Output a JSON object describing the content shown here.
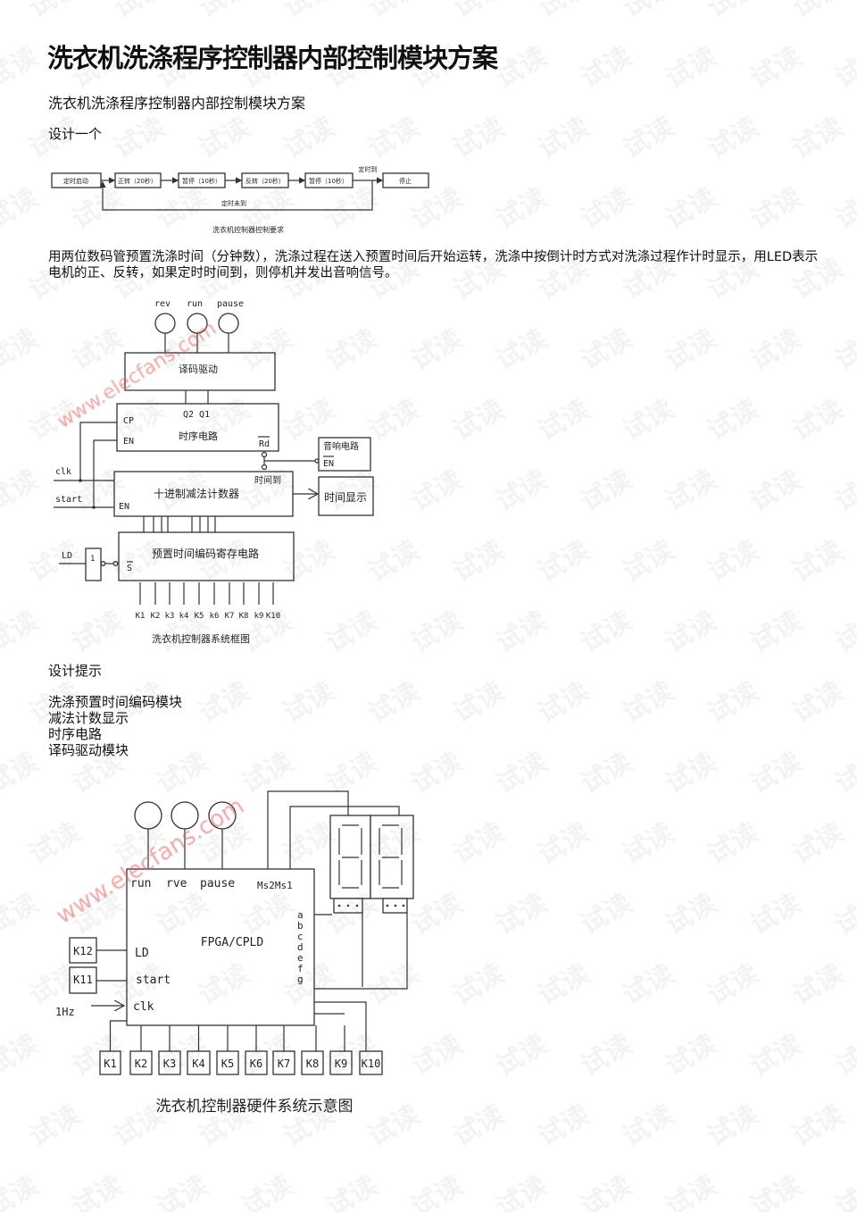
{
  "watermark": {
    "text": "试读",
    "url": "www.elecfans.com"
  },
  "title": "洗衣机洗涤程序控制器内部控制模块方案",
  "subtitle": "洗衣机洗涤程序控制器内部控制模块方案",
  "design_intro": "设计一个",
  "flow_diagram": {
    "steps": [
      "定时启动",
      "正转（20秒）",
      "暂停（10秒）",
      "反转（20秒）",
      "暂停（10秒）",
      "停止"
    ],
    "timer_done": "定时到",
    "timer_not_done": "定时未到",
    "caption": "洗衣机控制器控制要求"
  },
  "paragraph": "用两位数码管预置洗涤时间（分钟数），洗涤过程在送入预置时间后开始运转，洗涤中按倒计时方式对洗涤过程作计时显示，用LED表示电机的正、反转，如果定时时间到，则停机并发出音响信号。",
  "block_diagram": {
    "leds": [
      "rev",
      "run",
      "pause"
    ],
    "decoder": "译码驱动",
    "timing": {
      "label": "时序电路",
      "cp": "CP",
      "en": "EN",
      "q": "Q2  Q1",
      "rd": "Rd"
    },
    "buzzer": {
      "label": "音响电路",
      "en": "EN"
    },
    "counter": {
      "label": "十进制减法计数器",
      "en": "EN",
      "timeout": "时间到"
    },
    "display": "时间显示",
    "clk": "clk",
    "start": "start",
    "ld": "LD",
    "not_gate": "1",
    "preset": {
      "label": "预置时间编码寄存电路",
      "s": "S"
    },
    "keys": [
      "K1",
      "K2",
      "k3",
      "k4",
      "K5",
      "k6",
      "K7",
      "K8",
      "k9",
      "K10"
    ],
    "caption": "洗衣机控制器系统框图"
  },
  "hint_title": "设计提示",
  "hints": [
    "洗涤预置时间编码模块",
    "减法计数显示",
    "时序电路",
    "译码驱动模块"
  ],
  "hardware_diagram": {
    "pins_top": [
      "run",
      "rve",
      "pause",
      "Ms2Ms1"
    ],
    "chip": "FPGA/CPLD",
    "pins_left": [
      "LD",
      "start",
      "clk"
    ],
    "segments": [
      "a",
      "b",
      "c",
      "d",
      "e",
      "f",
      "g"
    ],
    "switches_left": [
      "K12",
      "K11"
    ],
    "clock": "1Hz",
    "keys": [
      "K1",
      "K2",
      "K3",
      "K4",
      "K5",
      "K6",
      "K7",
      "K8",
      "K9",
      "K10"
    ],
    "caption": "洗衣机控制器硬件系统示意图"
  }
}
